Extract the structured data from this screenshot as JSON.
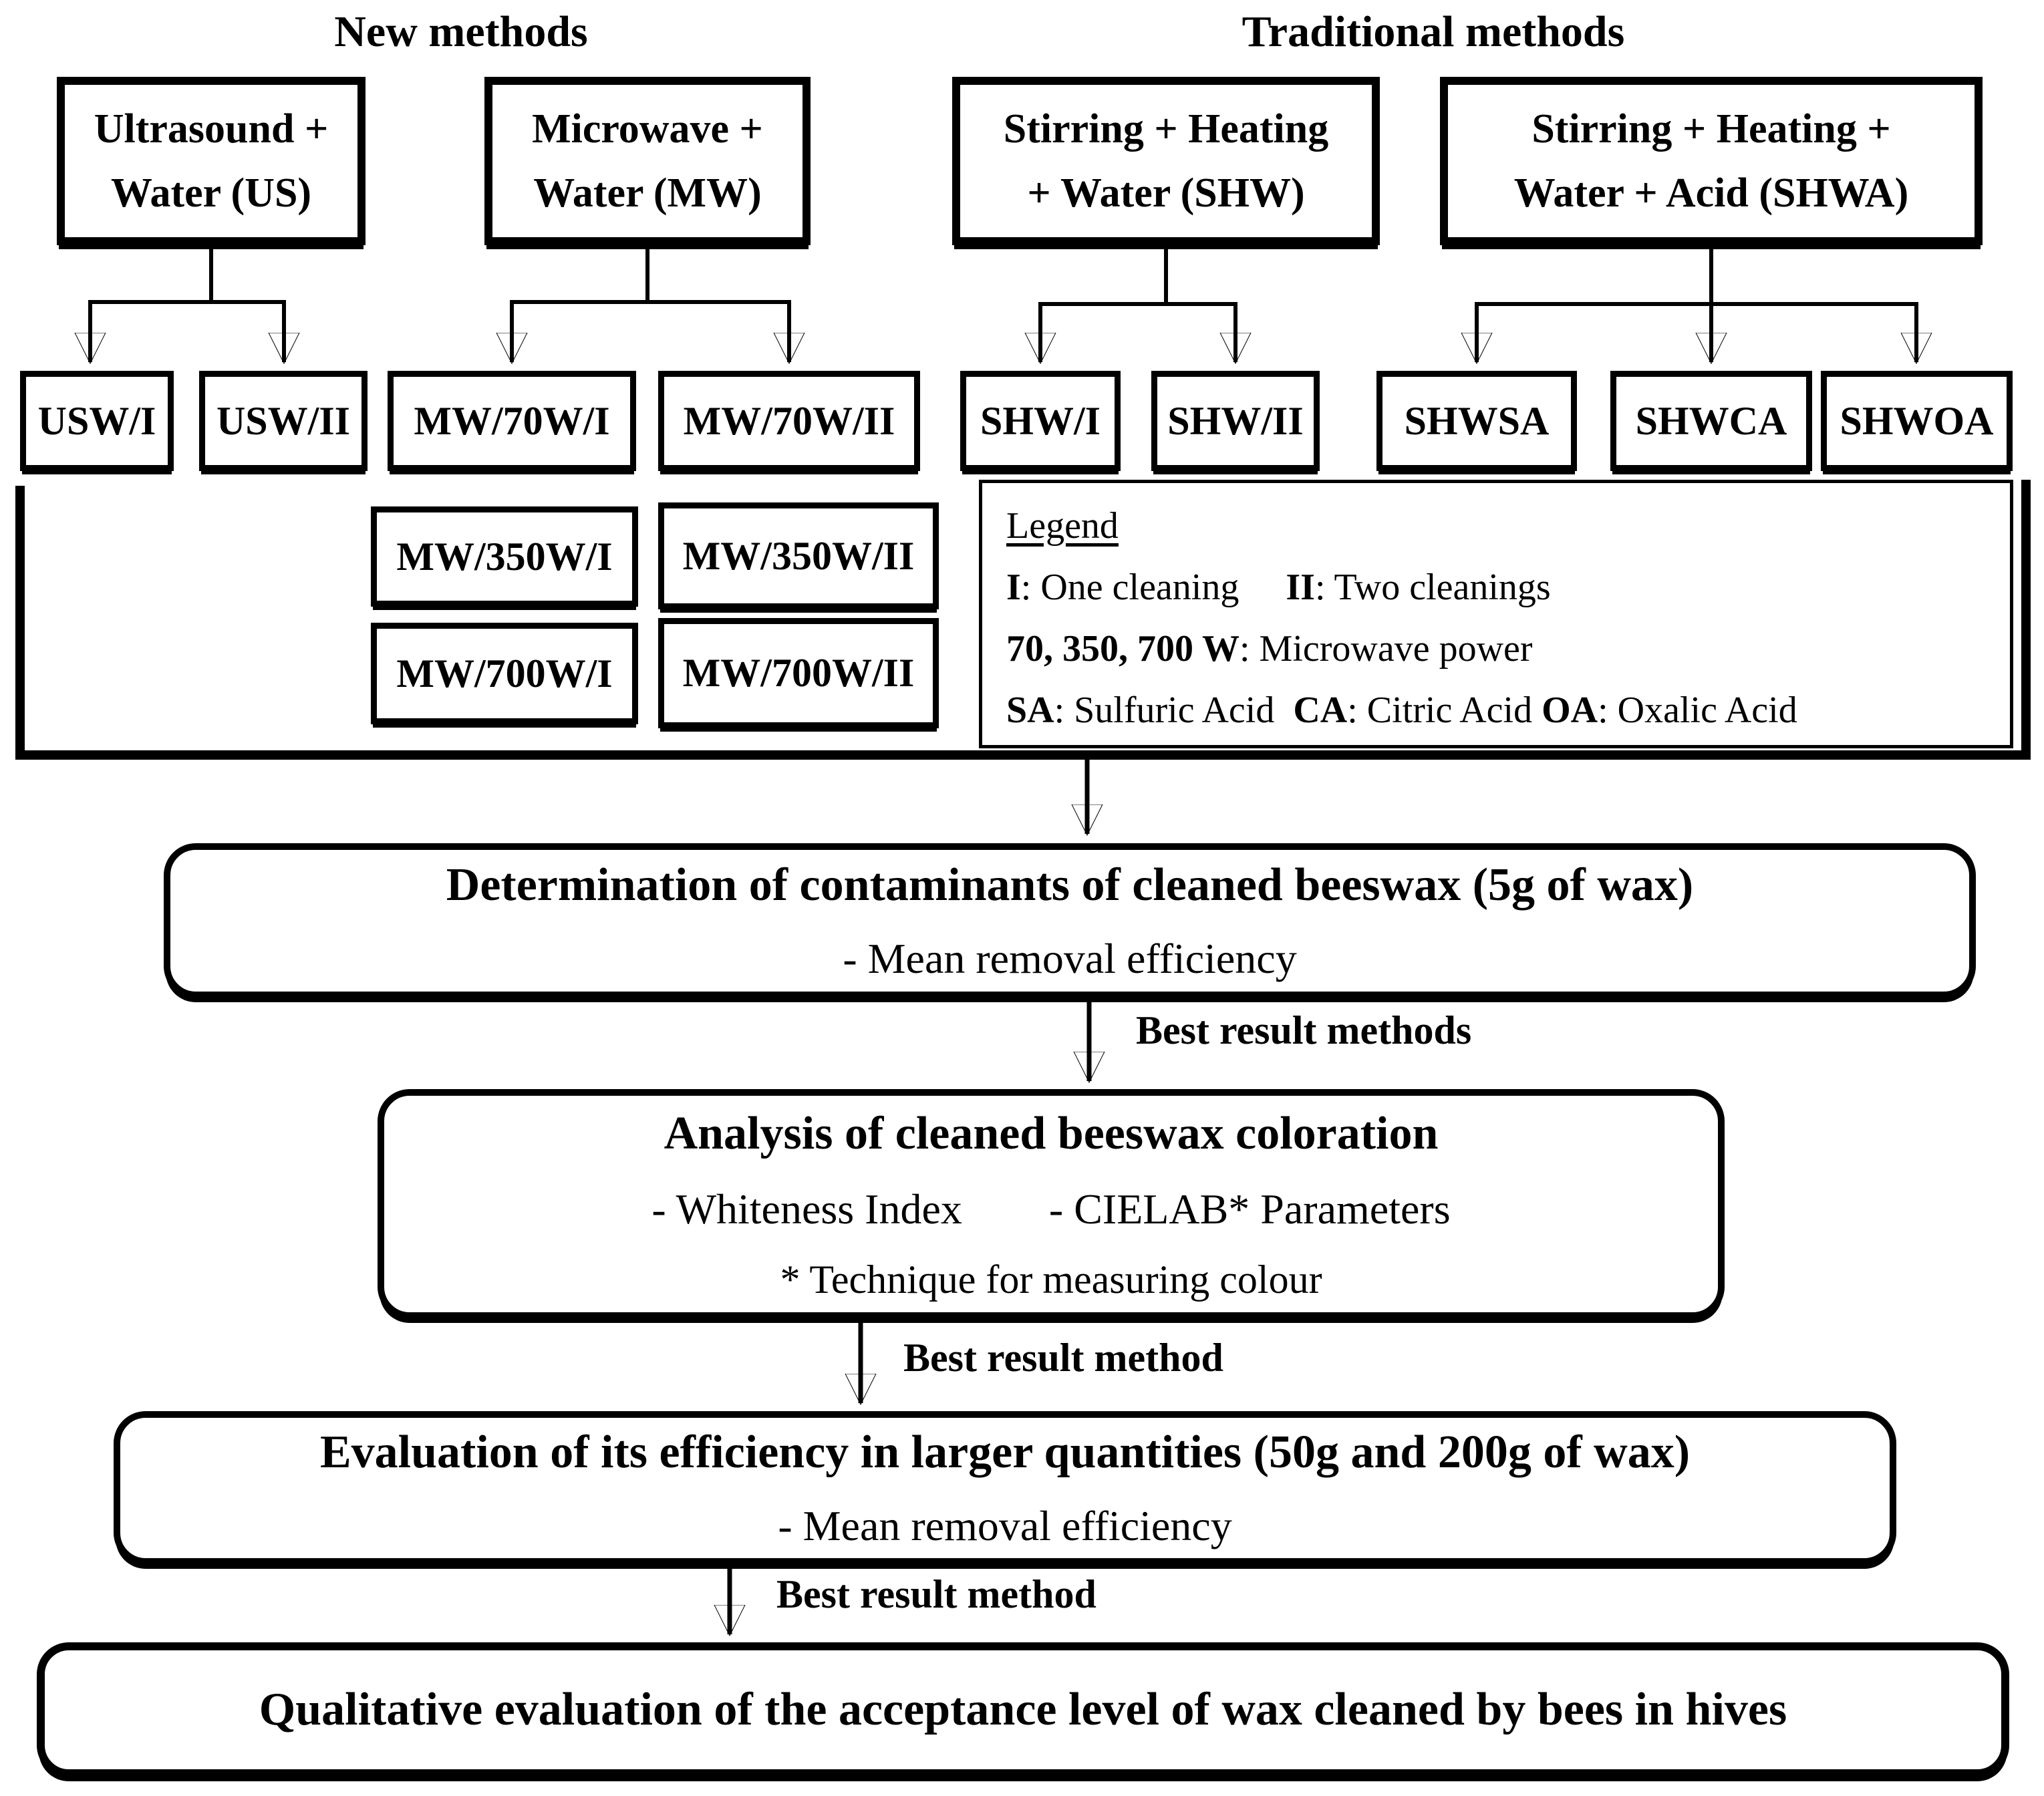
{
  "colors": {
    "ink": "#000000",
    "background": "#ffffff"
  },
  "headers": {
    "new_methods": "New methods",
    "traditional_methods": "Traditional methods"
  },
  "groups": {
    "us": {
      "line1": "Ultrasound +",
      "line2": "Water (US)"
    },
    "mw": {
      "line1": "Microwave +",
      "line2": "Water (MW)"
    },
    "shw": {
      "line1": "Stirring + Heating",
      "line2": "+ Water (SHW)"
    },
    "shwa": {
      "line1": "Stirring + Heating +",
      "line2": "Water + Acid (SHWA)"
    }
  },
  "variants": {
    "usw1": "USW/I",
    "usw2": "USW/II",
    "mw70_1": "MW/70W/I",
    "mw70_2": "MW/70W/II",
    "shw1": "SHW/I",
    "shw2": "SHW/II",
    "shwsa": "SHWSA",
    "shwca": "SHWCA",
    "shwoa": "SHWOA",
    "mw350_1": "MW/350W/I",
    "mw350_2": "MW/350W/II",
    "mw700_1": "MW/700W/I",
    "mw700_2": "MW/700W/II"
  },
  "legend": {
    "lines": [
      [
        {
          "t": "Legend",
          "b": false,
          "u": true
        }
      ],
      [
        {
          "t": "I",
          "b": true
        },
        {
          "t": ": One cleaning     ",
          "b": false
        },
        {
          "t": "II",
          "b": true
        },
        {
          "t": ": Two cleanings",
          "b": false
        }
      ],
      [
        {
          "t": "70, 350, 700 W",
          "b": true
        },
        {
          "t": ": Microwave power",
          "b": false
        }
      ],
      [
        {
          "t": "SA",
          "b": true
        },
        {
          "t": ": Sulfuric Acid  ",
          "b": false
        },
        {
          "t": "CA",
          "b": true
        },
        {
          "t": ": Citric Acid ",
          "b": false
        },
        {
          "t": "OA",
          "b": true
        },
        {
          "t": ": Oxalic Acid",
          "b": false
        }
      ]
    ]
  },
  "flow": {
    "det": {
      "title": "Determination of contaminants of cleaned beeswax (5g of wax)",
      "sub": "- Mean removal efficiency"
    },
    "analysis": {
      "title": "Analysis of cleaned beeswax coloration",
      "item1": "- Whiteness Index",
      "item2": "- CIELAB* Parameters",
      "note": "* Technique for measuring colour"
    },
    "eval": {
      "title": "Evaluation of its efficiency in larger quantities (50g and 200g of wax)",
      "sub": "- Mean removal efficiency"
    },
    "qual": {
      "title": "Qualitative evaluation of the acceptance level of wax cleaned by bees in hives"
    },
    "labels": [
      "Best result methods",
      "Best result method",
      "Best result method"
    ]
  }
}
